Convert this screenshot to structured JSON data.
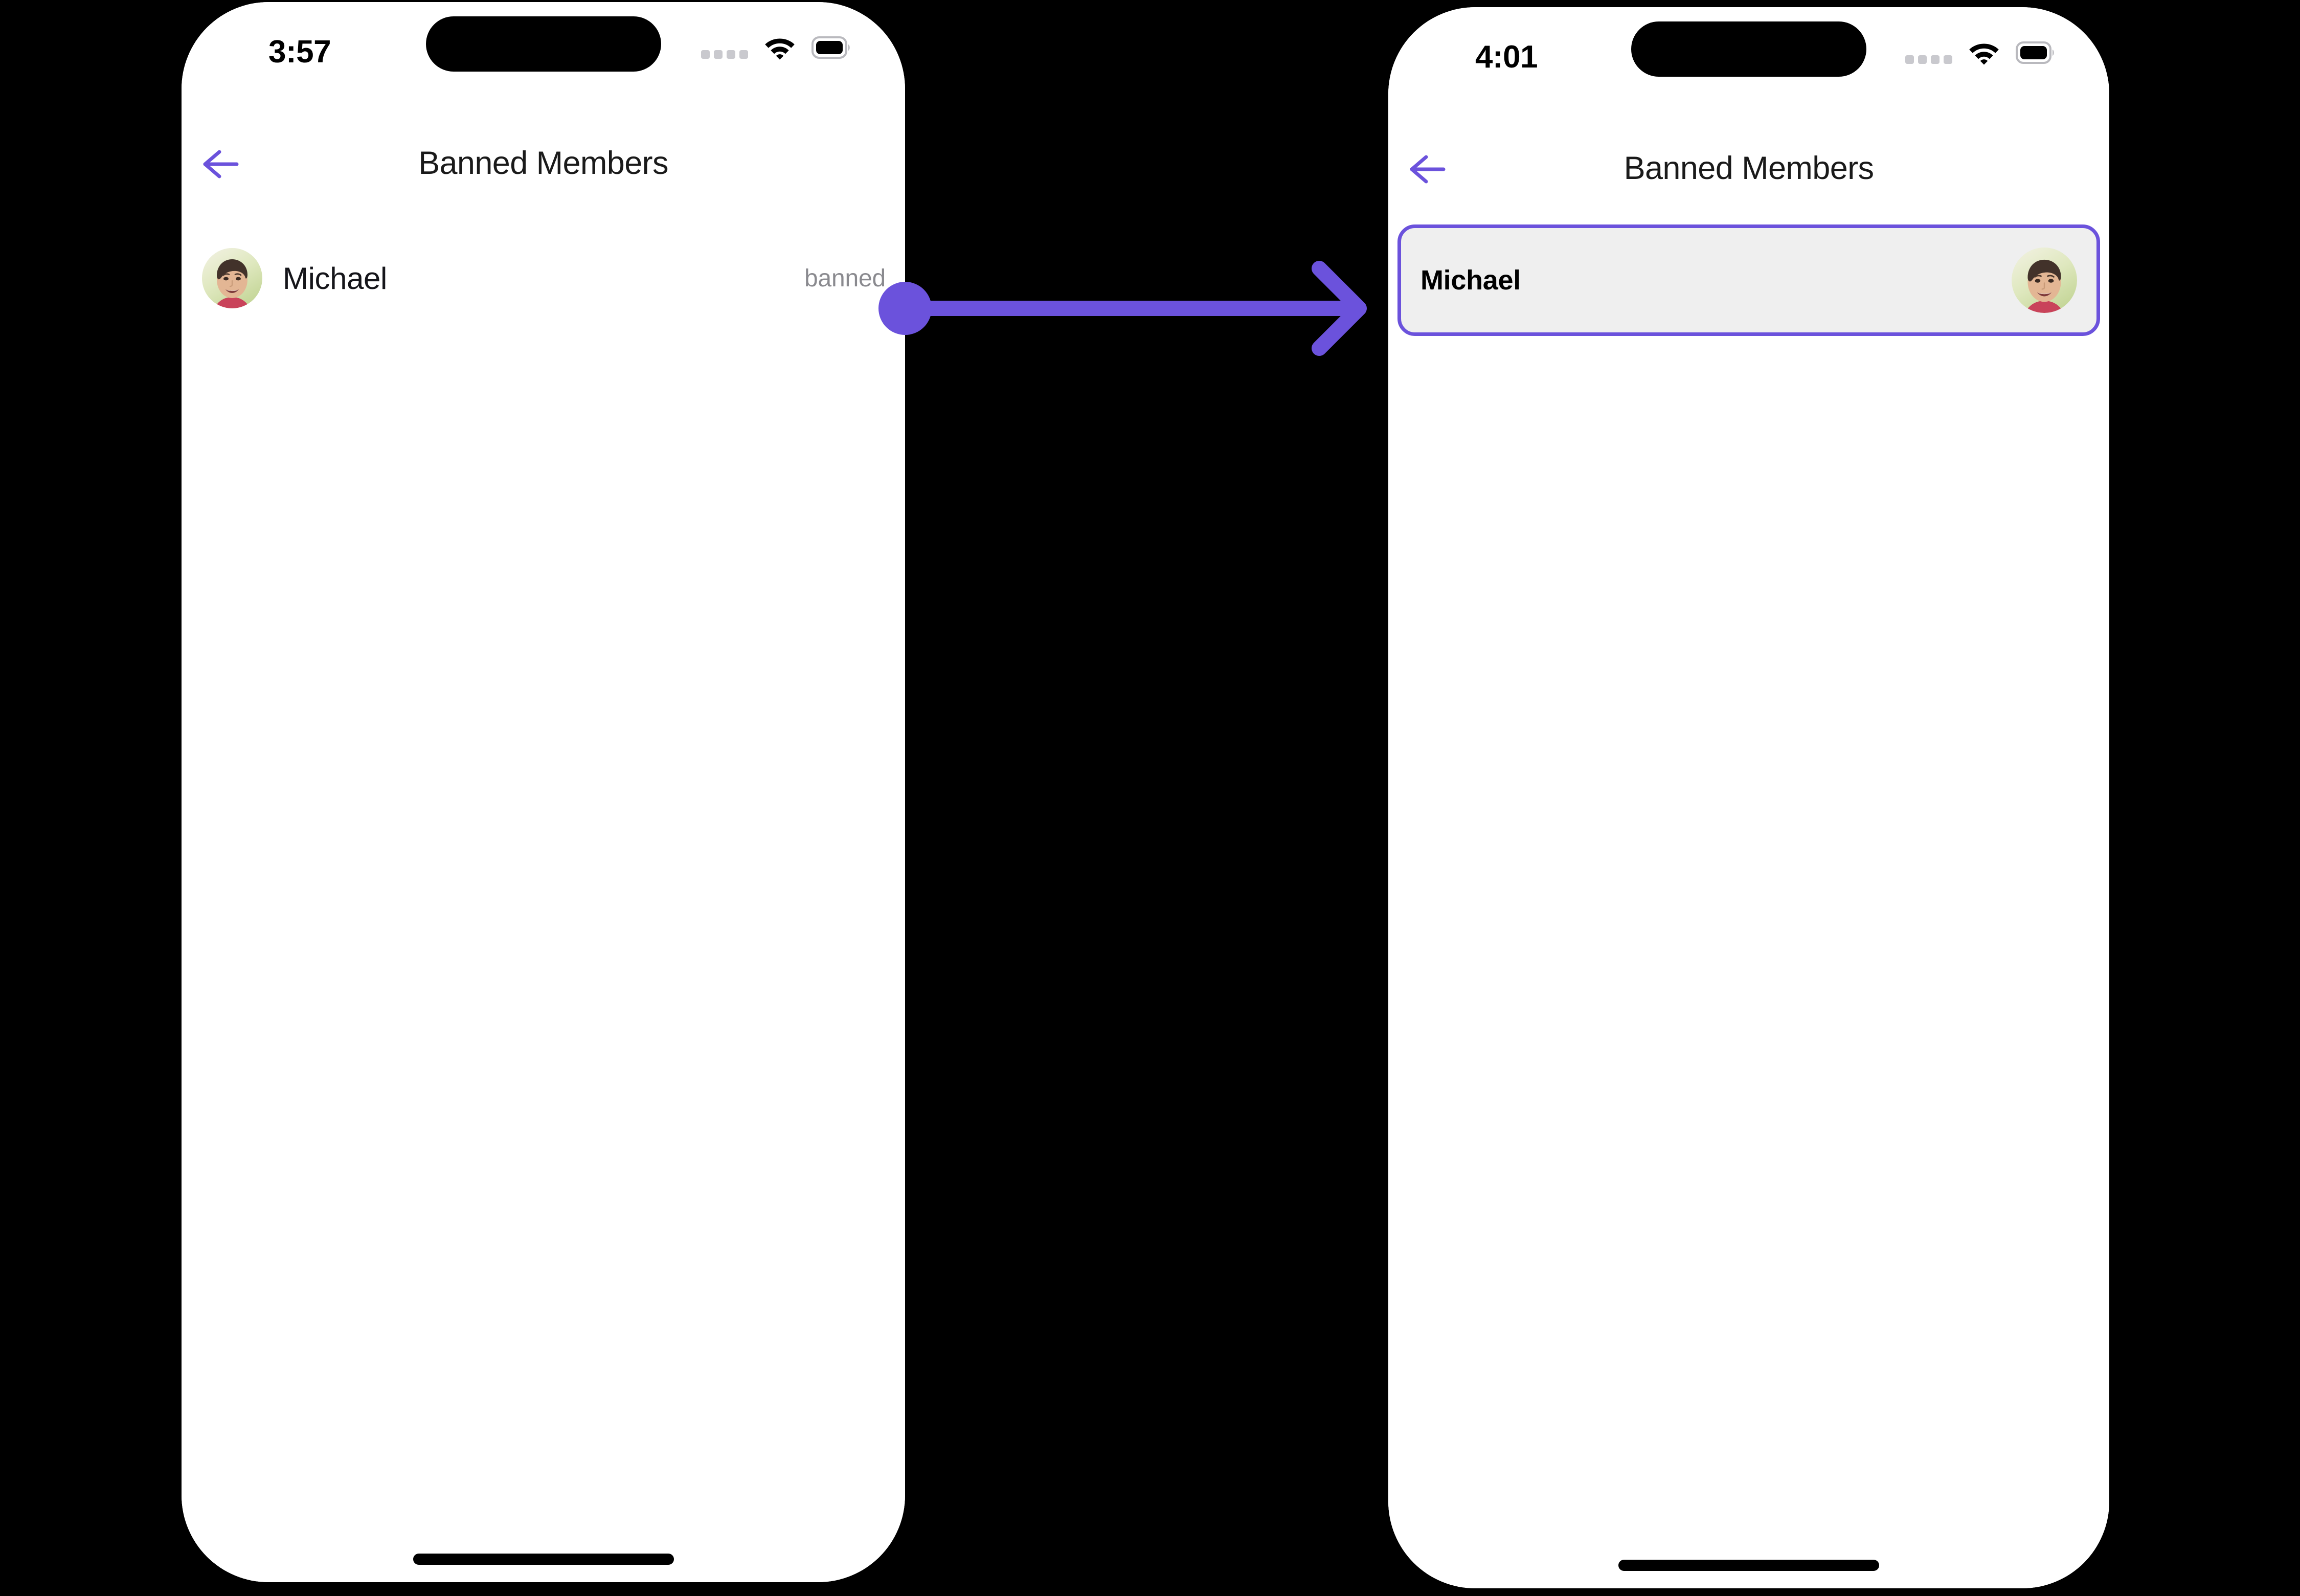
{
  "theme": {
    "accent_purple": "#6B52DC",
    "screen_background": "#FFFFFF",
    "canvas_background": "#000000",
    "card_background": "#EFEFEF",
    "muted_text": "#8A8A8F",
    "primary_text": "#15151A"
  },
  "screens": [
    {
      "id": "before",
      "status_bar": {
        "time": "3:57",
        "cellular_icon": "signal-dots-icon",
        "wifi_icon": "wifi-icon",
        "battery_icon": "battery-full-icon"
      },
      "nav": {
        "back_icon": "arrow-left-icon",
        "title": "Banned Members"
      },
      "list": {
        "rows": [
          {
            "avatar_icon": "user-avatar-photo",
            "name": "Michael",
            "status": "banned"
          }
        ]
      }
    },
    {
      "id": "after",
      "status_bar": {
        "time": "4:01",
        "cellular_icon": "signal-dots-icon",
        "wifi_icon": "wifi-icon",
        "battery_icon": "battery-full-icon"
      },
      "nav": {
        "back_icon": "arrow-left-icon",
        "title": "Banned Members"
      },
      "list": {
        "rows": [
          {
            "avatar_icon": "user-avatar-photo",
            "name": "Michael",
            "highlighted": true
          }
        ]
      }
    }
  ],
  "connector": {
    "type": "tap-to-result-arrow",
    "start_marker": "tap-dot",
    "end_marker": "arrow-head-right",
    "color": "#6B52DC"
  }
}
